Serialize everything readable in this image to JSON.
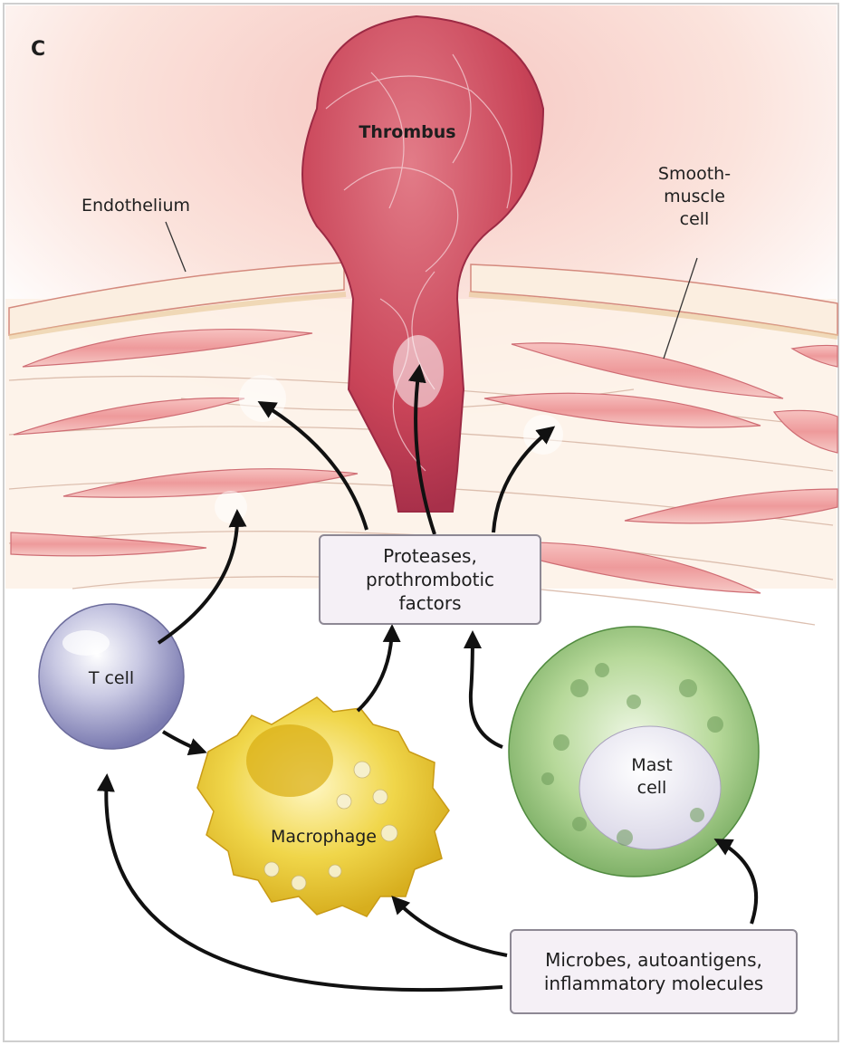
{
  "panel_letter": "C",
  "labels": {
    "thrombus": "Thrombus",
    "endothelium": "Endothelium",
    "smooth_muscle_cell": "Smooth-\nmuscle\ncell",
    "t_cell": "T cell",
    "macrophage": "Macrophage",
    "mast_cell": "Mast\ncell"
  },
  "boxes": {
    "proteases": "Proteases,\nprothrombotic\nfactors",
    "microbes": "Microbes, autoantigens,\ninflammatory molecules"
  },
  "colors": {
    "tissue_background": "#fbe3dc",
    "smooth_muscle_cell": "#f2a9a8",
    "thrombus": "#c94458",
    "t_cell": "#8f8fbe",
    "macrophage": "#e9c83a",
    "mast_cell": "#7fb76c",
    "arrow": "#111111",
    "box_fill": "#f5f0f6",
    "box_border": "#8d8894"
  }
}
